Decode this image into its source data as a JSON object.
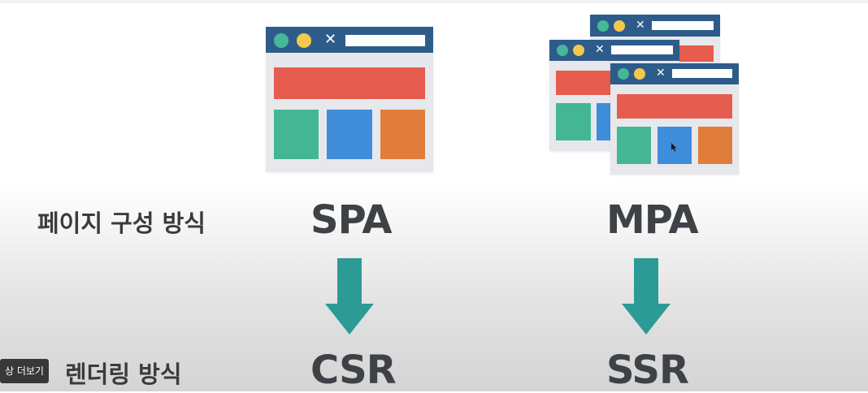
{
  "labels": {
    "page_method": "페이지 구성 방식",
    "render_method": "렌더링 방식"
  },
  "columns": [
    {
      "top": "SPA",
      "bottom": "CSR"
    },
    {
      "top": "MPA",
      "bottom": "SSR"
    }
  ],
  "overlay": {
    "more_button": "상 더보기"
  },
  "icons": [
    "browser-window-icon",
    "stacked-browser-windows-icon",
    "arrow-down-icon",
    "close-icon",
    "mouse-cursor-icon"
  ],
  "colors": {
    "titlebar": "#2e5c8a",
    "red": "#e65c4f",
    "green": "#44b792",
    "blue": "#3e8ddb",
    "orange": "#e17d3a",
    "arrow": "#2c9b96",
    "window_bg": "#e7e8ec"
  }
}
